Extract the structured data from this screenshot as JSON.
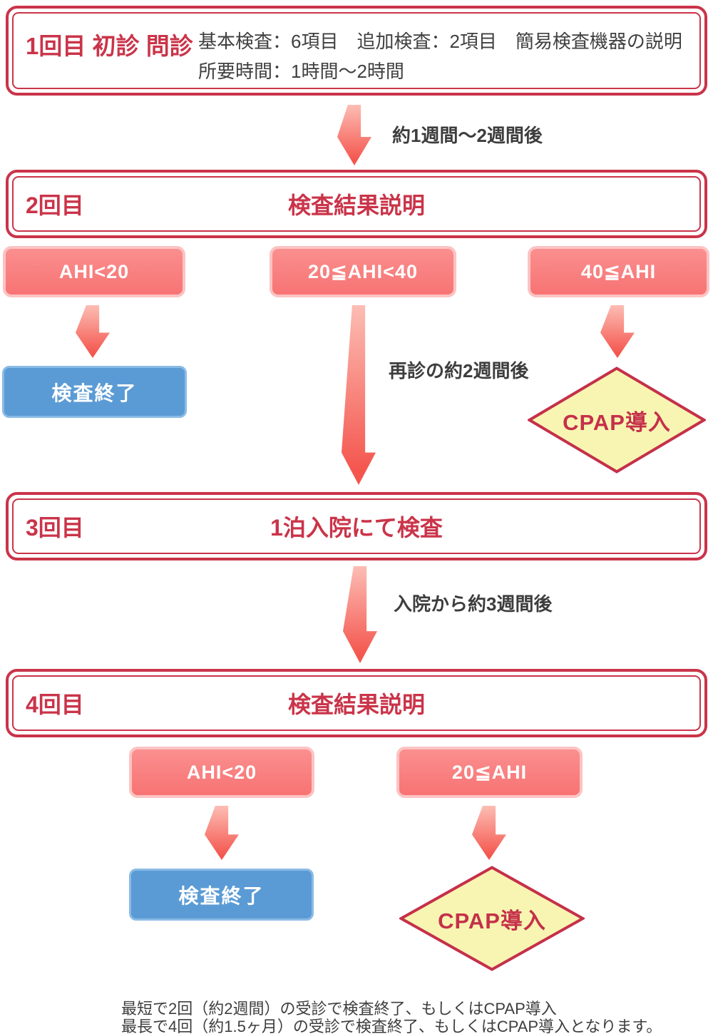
{
  "colors": {
    "red": "#ca3449",
    "salmon": "#f97f7f",
    "salmon_border": "#fcc3c3",
    "blue": "#5b9bd5",
    "blue_border": "#8abbe6",
    "diamond_fill": "#f8f5b2",
    "diamond_border": "#c5304a",
    "arrow_top": "#fcbdb4",
    "arrow_bottom": "#f4564e",
    "text_dark": "#3d3d3d"
  },
  "steps": [
    {
      "label": "1回目 初診 問診",
      "detail_line1": "基本検査：6項目　追加検査：2項目　簡易検査機器の説明",
      "detail_line2": "所要時間：1時間～2時間"
    },
    {
      "label": "2回目",
      "title": "検査結果説明"
    },
    {
      "label": "3回目",
      "title": "1泊入院にて検査"
    },
    {
      "label": "4回目",
      "title": "検査結果説明"
    }
  ],
  "arrow_labels": {
    "step1_to_step2": "約1週間～2週間後",
    "step2_to_step3": "再診の約2週間後",
    "step3_to_step4": "入院から約3週間後"
  },
  "round2": {
    "branch_low": "AHI<20",
    "branch_mid": "20≦AHI<40",
    "branch_high": "40≦AHI",
    "outcome_end": "検査終了",
    "outcome_cpap": "CPAP導入"
  },
  "round4": {
    "branch_low": "AHI<20",
    "branch_high": "20≦AHI",
    "outcome_end": "検査終了",
    "outcome_cpap": "CPAP導入"
  },
  "footer": {
    "line1": "最短で2回（約2週間）の受診で検査終了、もしくはCPAP導入",
    "line2": "最長で4回（約1.5ヶ月）の受診で検査終了、もしくはCPAP導入となります。"
  }
}
